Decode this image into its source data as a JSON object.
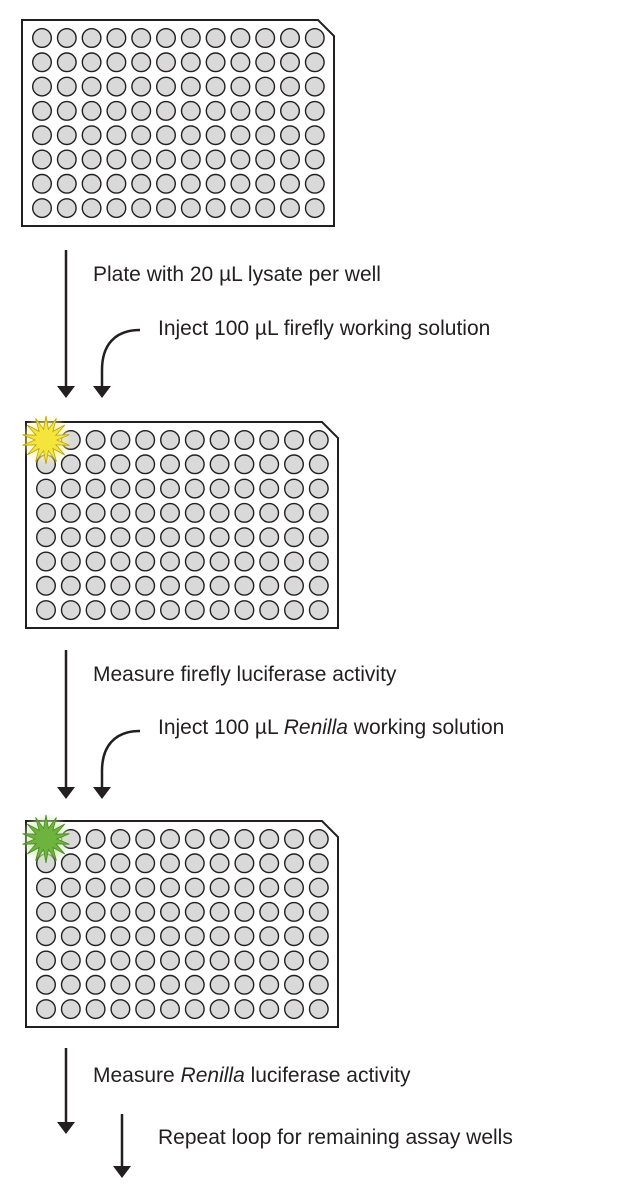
{
  "plate": {
    "rows": 8,
    "columns": 12,
    "well_fill": "#d9d9d9",
    "outline_color": "#231f20"
  },
  "steps": [
    {
      "text": "Plate with 20 µL lysate per well",
      "inject": "Inject 100 µL firefly working solution"
    },
    {
      "text": "Measure firefly luciferase activity",
      "inject_prefix": "Inject 100 µL ",
      "inject_italic": "Renilla",
      "inject_suffix": " working solution",
      "flash_color": "#f5e43a"
    },
    {
      "text_prefix": "Measure ",
      "text_italic": "Renilla",
      "text_suffix": " luciferase activity",
      "repeat": "Repeat loop for remaining assay wells",
      "flash_color": "#6fb33f"
    }
  ]
}
